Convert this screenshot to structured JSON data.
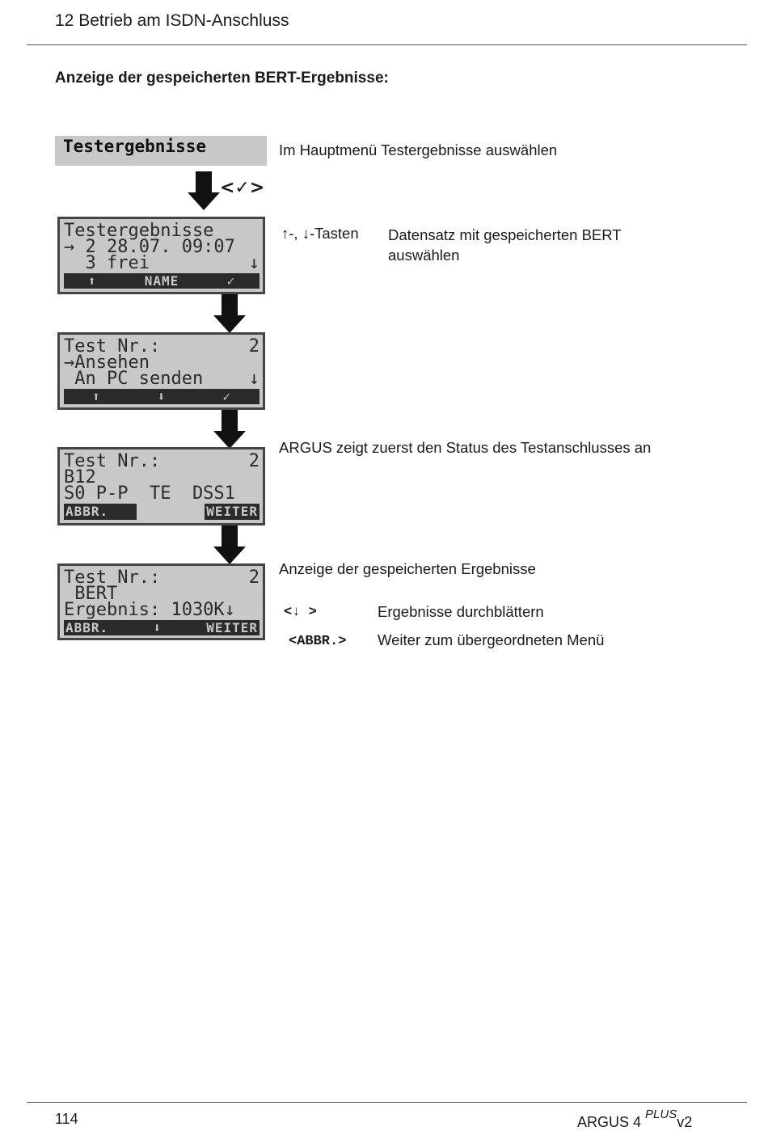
{
  "header": {
    "chapter": "12 Betrieb am ISDN-Anschluss"
  },
  "section_title": "Anzeige der gespeicherten BERT-Ergebnisse:",
  "menu_bar": {
    "label": "Testergebnisse",
    "description": "Im Hauptmenü Testergebnisse auswählen"
  },
  "confirm_key": "<✓>",
  "screens": [
    {
      "rows": [
        [
          "Testergebnisse",
          ""
        ],
        [
          "→ 2 28.07. 09:07",
          ""
        ],
        [
          "  3 frei",
          "↓"
        ]
      ],
      "softkeys": [
        "⬆",
        "NAME",
        "✓"
      ]
    },
    {
      "rows": [
        [
          "Test Nr.:",
          "2"
        ],
        [
          "→Ansehen",
          ""
        ],
        [
          " An PC senden",
          "↓"
        ]
      ],
      "softkeys": [
        "⬆",
        "⬇",
        "✓"
      ]
    },
    {
      "rows": [
        [
          "Test Nr.:",
          "2"
        ],
        [
          "B12",
          ""
        ],
        [
          "S0 P-P  TE  DSS1",
          ""
        ]
      ],
      "softkeys": [
        "ABBR.",
        "WEITER"
      ]
    },
    {
      "rows": [
        [
          "Test Nr.:",
          "2"
        ],
        [
          " BERT",
          ""
        ],
        [
          "Ergebnis: 1030K↓",
          ""
        ]
      ],
      "softkeys": [
        "ABBR.",
        "⬇",
        "WEITER"
      ]
    }
  ],
  "step1": {
    "keys": "↑-, ↓-Tasten",
    "text": "Datensatz mit gespeicherten BERT auswählen"
  },
  "step3": {
    "text": "ARGUS zeigt zuerst den Status des Testanschlusses an"
  },
  "step4": {
    "text": "Anzeige der gespeicherten Ergebnisse",
    "key1": "<↓ >",
    "key1_text": "Ergebnisse durchblättern",
    "key2": "<ABBR.>",
    "key2_text": "Weiter zum übergeordneten Menü"
  },
  "footer": {
    "page_number": "114",
    "product": "ARGUS 4",
    "product_sup": "PLUS",
    "product_suffix": "v2"
  }
}
